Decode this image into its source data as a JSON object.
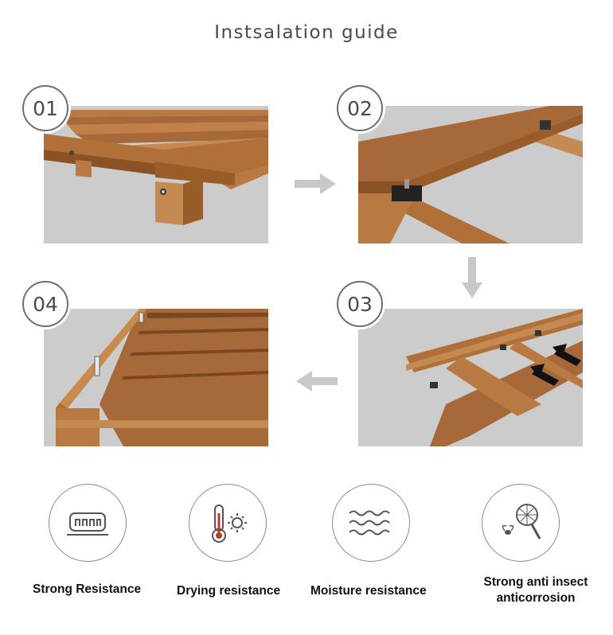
{
  "title": "Instsalation guide",
  "steps": [
    {
      "number": "01"
    },
    {
      "number": "02"
    },
    {
      "number": "03"
    },
    {
      "number": "04"
    }
  ],
  "features": [
    {
      "label": "Strong Resistance",
      "icon": "strength-icon"
    },
    {
      "label": "Drying resistance",
      "icon": "thermometer-sun-icon"
    },
    {
      "label": "Moisture resistance",
      "icon": "waves-icon"
    },
    {
      "label": "Strong anti insect anticorrosion",
      "icon": "insect-net-icon"
    }
  ],
  "colors": {
    "wood": "#b0703a",
    "wood_dark": "#8a5225",
    "wood_light": "#c98a4e",
    "panel_bg": "#cccccc",
    "arrow": "#c8c8c8"
  }
}
